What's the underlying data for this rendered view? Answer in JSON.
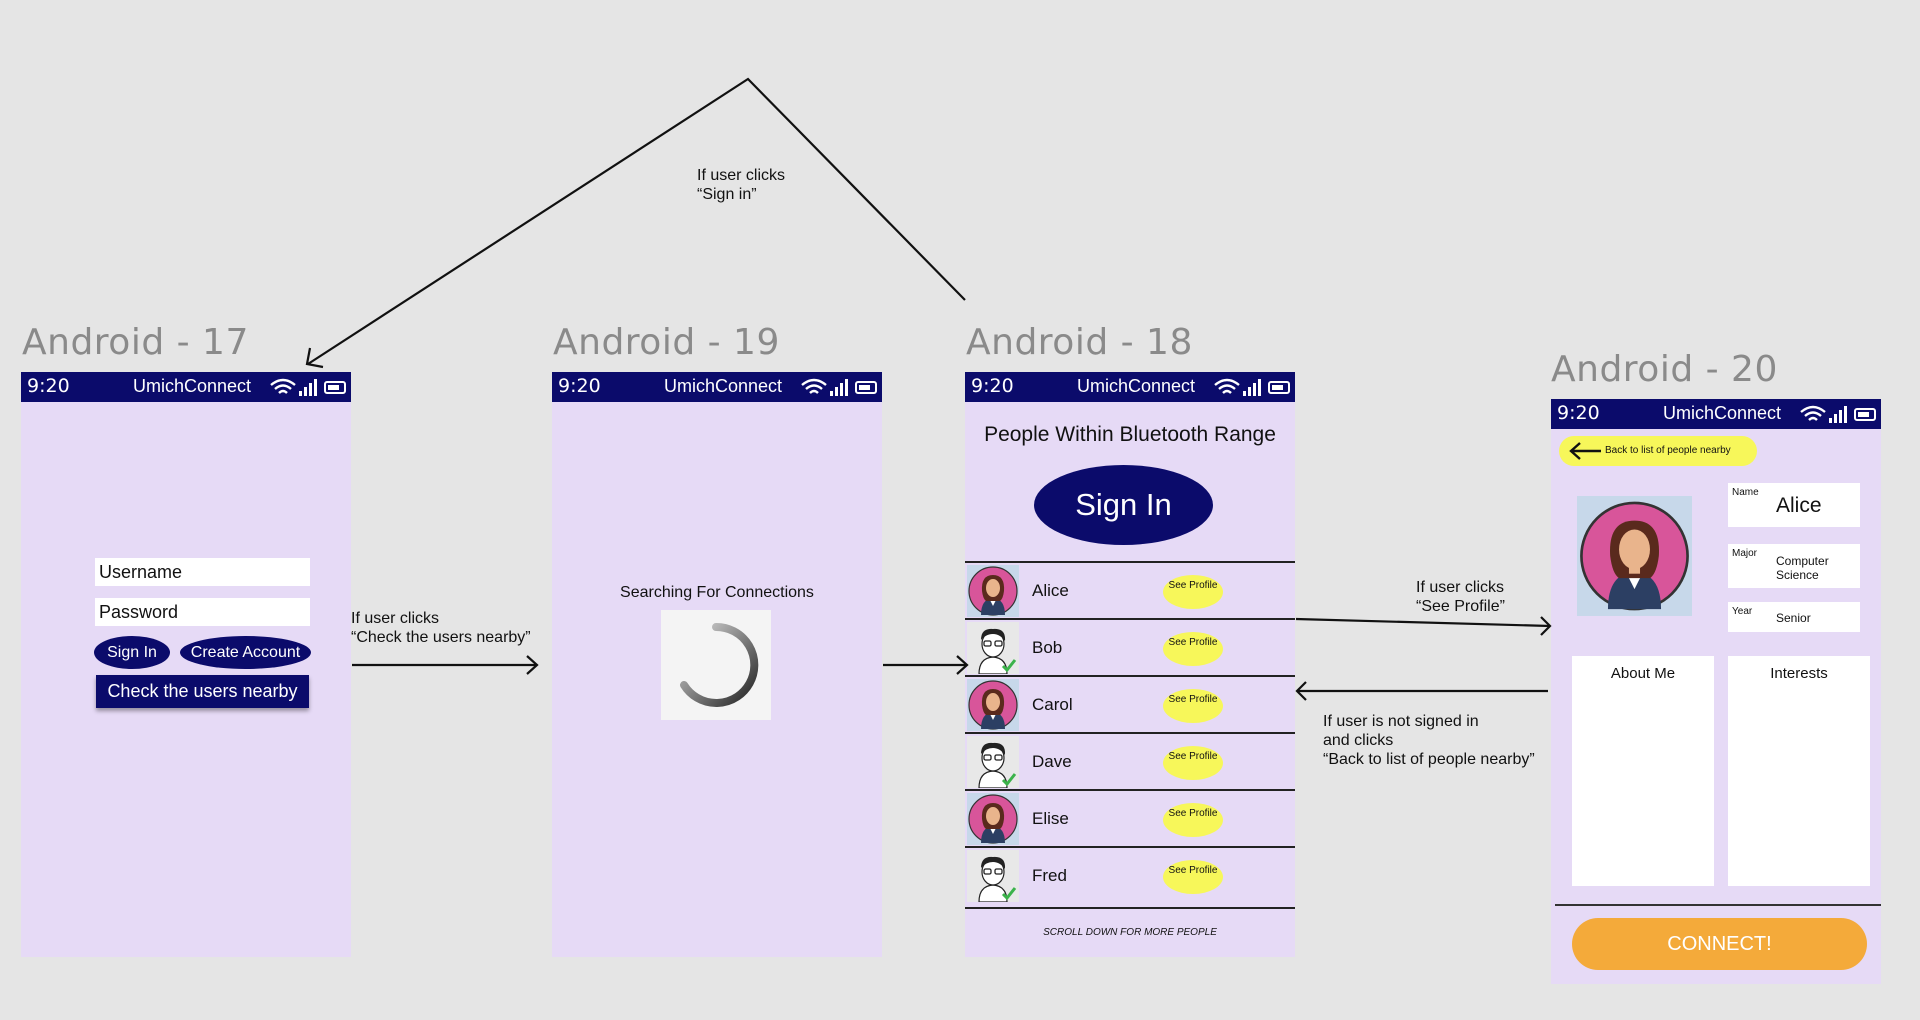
{
  "status_bar": {
    "time": "9:20",
    "app_name": "UmichConnect"
  },
  "frames": {
    "login": {
      "title": "Android - 17"
    },
    "searching": {
      "title": "Android - 19"
    },
    "list": {
      "title": "Android - 18"
    },
    "profile": {
      "title": "Android - 20"
    }
  },
  "login": {
    "username_placeholder": "Username",
    "password_placeholder": "Password",
    "sign_in_label": "Sign In",
    "create_account_label": "Create Account",
    "check_nearby_label": "Check the users nearby"
  },
  "searching": {
    "message": "Searching For Connections"
  },
  "list": {
    "heading": "People Within Bluetooth Range",
    "sign_in_label": "Sign In",
    "see_profile_label": "See Profile",
    "people": [
      {
        "name": "Alice",
        "avatar": "female-avatar-icon"
      },
      {
        "name": "Bob",
        "avatar": "male-avatar-icon"
      },
      {
        "name": "Carol",
        "avatar": "female-avatar-icon"
      },
      {
        "name": "Dave",
        "avatar": "male-avatar-icon"
      },
      {
        "name": "Elise",
        "avatar": "female-avatar-icon"
      },
      {
        "name": "Fred",
        "avatar": "male-avatar-icon"
      }
    ],
    "footer": "SCROLL DOWN FOR MORE PEOPLE"
  },
  "profile": {
    "back_label": "Back to list of people nearby",
    "name_label": "Name",
    "name_value": "Alice",
    "major_label": "Major",
    "major_value": "Computer Science",
    "year_label": "Year",
    "year_value": "Senior",
    "about_label": "About Me",
    "interests_label": "Interests",
    "connect_label": "CONNECT!"
  },
  "annotations": {
    "sign_in": "If user clicks\n“Sign in”",
    "check_nearby": "If user clicks\n“Check the users nearby”",
    "see_profile": "If user clicks\n“See Profile”",
    "back": "If user is not signed in\nand clicks\n“Back to list of people nearby”"
  },
  "colors": {
    "status_bar": "#0b0b6b",
    "screen_bg": "#e6daf6",
    "primary_button": "#0b0b6b",
    "see_profile_button": "#f7f75a",
    "connect_button": "#f4aa3a",
    "avatar_female_bg": "#d8559a",
    "avatar_male_bg": "#e8e8e8"
  }
}
